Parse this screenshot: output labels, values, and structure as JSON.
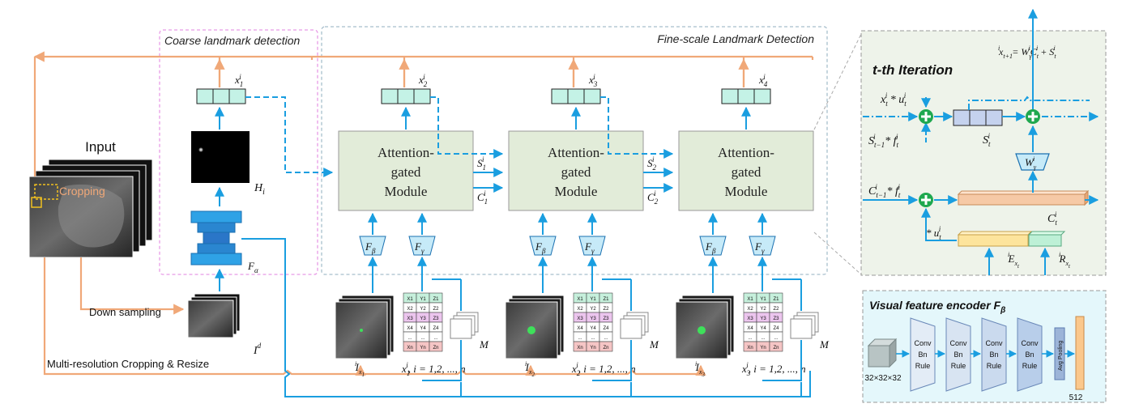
{
  "colors": {
    "accent_blue": "#1a9ee0",
    "accent_orange": "#f0a878",
    "module_fill": "#e2ecd9",
    "coarse_border": "#e89be6",
    "fine_border": "#a8bfcc",
    "iter_panel_fill": "#eef3ea",
    "encoder_panel_fill": "#e4f7fb",
    "plus_green": "#1fa84f"
  },
  "labels": {
    "input": "Input",
    "cropping": "Cropping",
    "down_sampling": "Down sampling",
    "multi_res": "Multi-resolution Cropping & Resize",
    "coarse_title": "Coarse landmark detection",
    "fine_title": "Fine-scale Landmark Detection",
    "H": "H",
    "H_sub": "i",
    "F": "F",
    "alpha": "α",
    "beta": "β",
    "gamma": "γ",
    "I": "I",
    "d": "d",
    "M": "M",
    "x": "x",
    "i": "i",
    "x1_sub": "1",
    "x2_sub": "2",
    "x3_sub": "3",
    "x4_sub": "4",
    "S1": "S",
    "S2": "S",
    "C": "C",
    "list_caption": ", i = 1,2, ..., n"
  },
  "modules": [
    {
      "line1": "Attention-",
      "line2": "gated",
      "line3": "Module"
    },
    {
      "line1": "Attention-",
      "line2": "gated",
      "line3": "Module"
    },
    {
      "line1": "Attention-",
      "line2": "gated",
      "line3": "Module"
    }
  ],
  "table_cells": [
    [
      "X1",
      "Y1",
      "Z1"
    ],
    [
      "X2",
      "Y2",
      "Z2"
    ],
    [
      "X3",
      "Y3",
      "Z3"
    ],
    [
      "X4",
      "Y4",
      "Z4"
    ],
    [
      "...",
      "...",
      "..."
    ],
    [
      "Xn",
      "Yn",
      "Zn"
    ]
  ],
  "table_row_colors": [
    "#c6f0dc",
    "#ffffff",
    "#ecc5ee",
    "#ffffff",
    "#ffffff",
    "#f5c5c5"
  ],
  "iteration": {
    "title": "t-th Iteration",
    "formula_lhs": "x",
    "formula_eq": " = W",
    "formula_rest": "C",
    "formula_plus": " + S",
    "x_times_u": "x",
    "times": " * u",
    "s_prev_f": "S",
    "c_prev_f": "C",
    "f": " * f",
    "u_only": "* u",
    "S_label": "S",
    "C_label": "C",
    "W_label": "W",
    "E_label": "E",
    "R_label": "R",
    "t": "t",
    "t1": "t+1",
    "tm1": "t−1"
  },
  "encoder": {
    "title": "Visual feature encoder F",
    "title_sub": "β",
    "input_size": "32×32×32",
    "blocks": [
      [
        "Conv",
        "Bn",
        "Rule"
      ],
      [
        "Conv",
        "Bn",
        "Rule"
      ],
      [
        "Conv",
        "Bn",
        "Rule"
      ],
      [
        "Conv",
        "Bn",
        "Rule"
      ]
    ],
    "pool": "Avg Pooling",
    "output_size": "512"
  }
}
